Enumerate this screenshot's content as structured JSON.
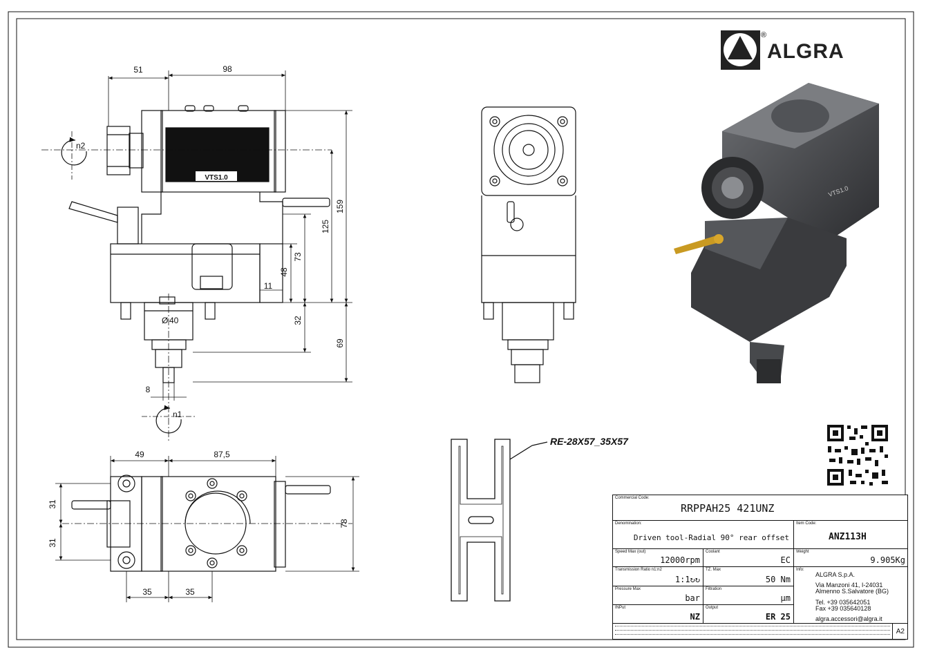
{
  "logo": {
    "brand": "ALGRA",
    "registered": "®"
  },
  "dimensions": {
    "d51": "51",
    "d98": "98",
    "d159": "159",
    "d125": "125",
    "d73": "73",
    "d48": "48",
    "d11": "11",
    "d32": "32",
    "d69": "69",
    "d40": "40",
    "d8": "8",
    "d49": "49",
    "d87": "87,5",
    "d31a": "31",
    "d31b": "31",
    "d78": "78",
    "d35a": "35",
    "d35b": "35"
  },
  "rotation": {
    "n1": "n1",
    "n2": "n2"
  },
  "body_marking": "VTS1.0",
  "callout": "RE-28X57_35X57",
  "title_block": {
    "commercial_code_label": "Commercial Code:",
    "commercial_code": "RRPPAH25 421UNZ",
    "denomination_label": "Denomination:",
    "denomination": "Driven tool-Radial 90° rear offset",
    "item_code_label": "Item Code:",
    "item_code": "ANZ113H",
    "speed_label": "Speed Max (out)",
    "speed": "12000rpm",
    "coolant_label": "Coolant",
    "coolant": "EC",
    "weight_label": "Weight",
    "weight": "9.905Kg",
    "ratio_label": "Transmission Ratio n1:n2",
    "ratio": "1:1↻↻",
    "torque_label": "TZ. Max",
    "torque": "50 Nm",
    "pressure_label": "Pressure Max",
    "pressure": "bar",
    "filtration_label": "Filtration",
    "filtration": "µm",
    "input_label": "INPut",
    "input": "NZ",
    "output_label": "Output",
    "output": "ER 25",
    "info_label": "Info:",
    "company": "ALGRA S.p.A.",
    "address1": "Via Manzoni 41, I-24031",
    "address2": "Almenno S.Salvatore (BG)",
    "tel": "Tel. +39 035642051",
    "fax": "Fax +39 035640128",
    "email": "algra.accessori@algra.it",
    "sheet_size": "A2"
  }
}
